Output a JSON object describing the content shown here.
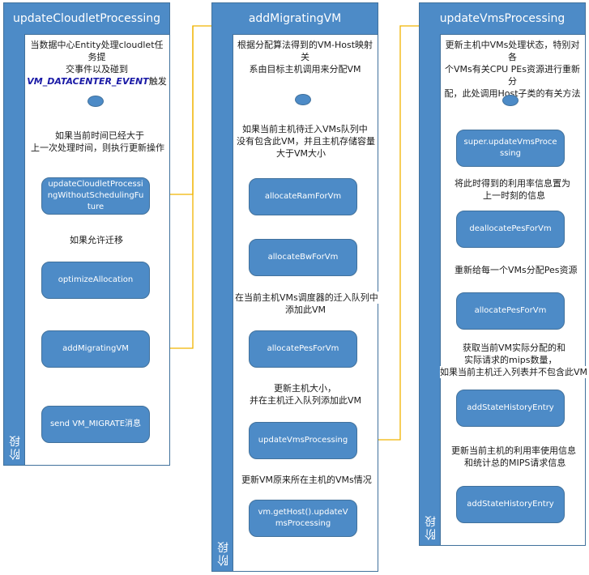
{
  "colors": {
    "lane_fill": "#4d8bc7",
    "lane_border": "#41719c",
    "connector": "#f0b400",
    "arrow": "#4d8bc7",
    "emphasis_text": "#1a1aa6"
  },
  "icons": {
    "start": "filled-ellipse",
    "arrow": "arrowhead"
  },
  "lanes": [
    {
      "title": "updateCloudletProcessing",
      "side_label": "阶段",
      "desc_line1": "当数据中心Entity处理cloudlet任务提",
      "desc_line2": "交事件以及碰到",
      "desc_event": "VM_DATACENTER_EVENT",
      "desc_tail": "触发",
      "labels": [
        "如果当前时间已经大于",
        "上一次处理时间，则执行更新操作",
        "如果允许迁移"
      ],
      "actions": [
        "updateCloudletProcessingWithoutSchedulingFuture",
        "optimizeAllocation",
        "addMigratingVM",
        "send VM_MIGRATE消息"
      ]
    },
    {
      "title": "addMigratingVM",
      "side_label": "阶段",
      "desc_line1": "根据分配算法得到的VM-Host映射关",
      "desc_line2": "系由目标主机调用来分配VM",
      "labels": [
        "如果当前主机待迁入VMs队列中",
        "没有包含此VM，并且主机存储容量",
        "大于VM大小",
        "在当前主机VMs调度器的迁入队列中",
        "添加此VM",
        "更新主机大小，",
        "并在主机迁入队列添加此VM",
        "更新VM原来所在主机的VMs情况"
      ],
      "actions": [
        "allocateRamForVm",
        "allocateBwForVm",
        "allocatePesForVm",
        "updateVmsProcessing",
        "vm.getHost().updateVmsProcessing"
      ]
    },
    {
      "title": "updateVmsProcessing",
      "side_label": "阶段",
      "desc_line1": "更新主机中VMs处理状态，特别对各",
      "desc_line2": "个VMs有关CPU PEs资源进行重新分",
      "desc_line3": "配，此处调用Host子类的有关方法",
      "labels": [
        "将此时得到的利用率信息置为",
        "上一时刻的信息",
        "重新给每一个VMs分配Pes资源",
        "获取当前VM实际分配的和",
        "实际请求的mips数量，",
        "如果当前主机迁入列表并不包含此VM",
        "更新当前主机的利用率使用信息",
        "和统计总的MIPS请求信息"
      ],
      "actions": [
        "super.updateVmsProcessing",
        "deallocatePesForVm",
        "allocatePesForVm",
        "addStateHistoryEntry",
        "addStateHistoryEntry"
      ]
    }
  ]
}
